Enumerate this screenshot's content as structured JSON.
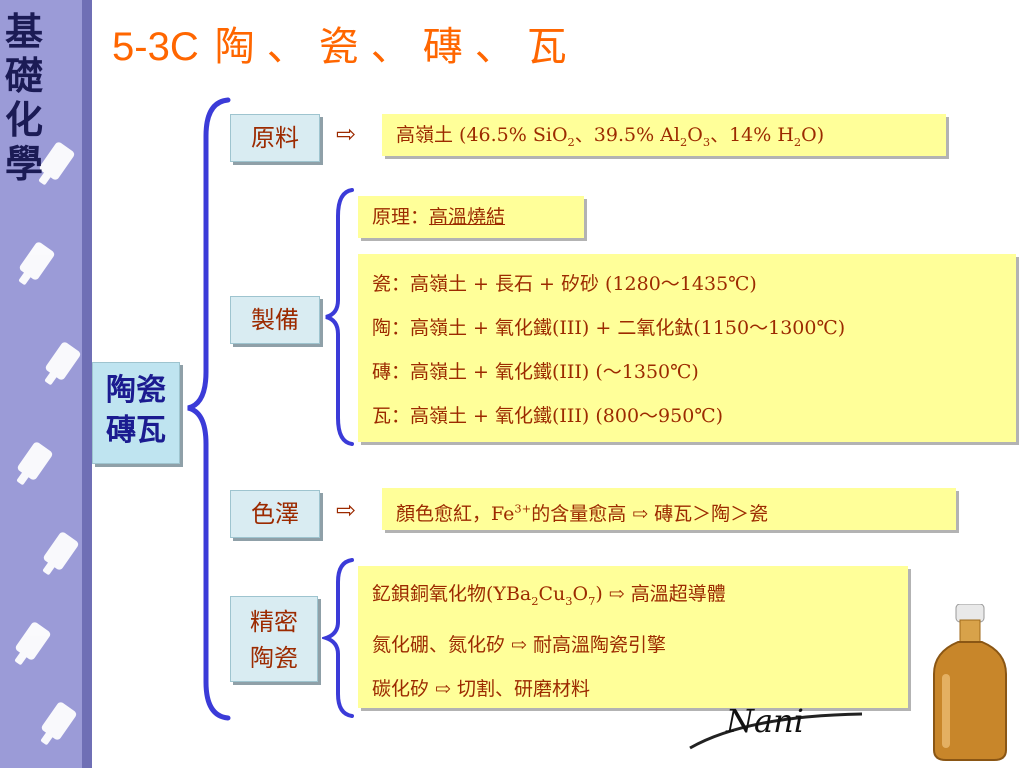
{
  "sidebar": {
    "title_chars": [
      "基",
      "礎",
      "化",
      "學"
    ]
  },
  "title": {
    "number": "5-3C",
    "text": "陶、瓷、磚、瓦"
  },
  "main_label": {
    "line1": "陶瓷",
    "line2": "磚瓦"
  },
  "arrow_symbol": "⇨",
  "raw": {
    "label": "原料",
    "prefix": "高嶺土 (46.5% SiO",
    "sub1": "2",
    "mid1": "、39.5% Al",
    "sub2": "2",
    "mid2": "O",
    "sub3": "3",
    "mid3": "、14% H",
    "sub4": "2",
    "suffix": "O)"
  },
  "prep": {
    "label": "製備",
    "principle_prefix": "原理：",
    "principle_value": "高溫燒結",
    "lines": [
      "瓷：高嶺土 + 長石 + 矽砂 (1280～1435℃)",
      "陶：高嶺土 + 氧化鐵(III) + 二氧化鈦(1150～1300℃)",
      "磚：高嶺土 + 氧化鐵(III) (～1350℃)",
      "瓦：高嶺土 + 氧化鐵(III) (800～950℃)"
    ]
  },
  "color": {
    "label": "色澤",
    "prefix": "顏色愈紅，Fe",
    "sup": "3+",
    "suffix": "的含量愈高 ⇨ 磚瓦＞陶＞瓷"
  },
  "fine": {
    "label_line1": "精密",
    "label_line2": "陶瓷",
    "line1_prefix": "釔鋇銅氧化物(YBa",
    "line1_sub1": "2",
    "line1_mid1": "Cu",
    "line1_sub2": "3",
    "line1_mid2": "O",
    "line1_sub3": "7",
    "line1_suffix": ") ⇨ 高溫超導體",
    "line2": "氮化硼、氮化矽 ⇨ 耐高溫陶瓷引擎",
    "line3": "碳化矽 ⇨ 切割、研磨材料"
  },
  "signature": "Nani",
  "colors": {
    "title": "#ff6600",
    "text": "#9c2a00",
    "box": "#ffff99",
    "label_bg": "#d9ecf2",
    "brace": "#3b3bd8",
    "sidebar": "#9b9bd7"
  }
}
